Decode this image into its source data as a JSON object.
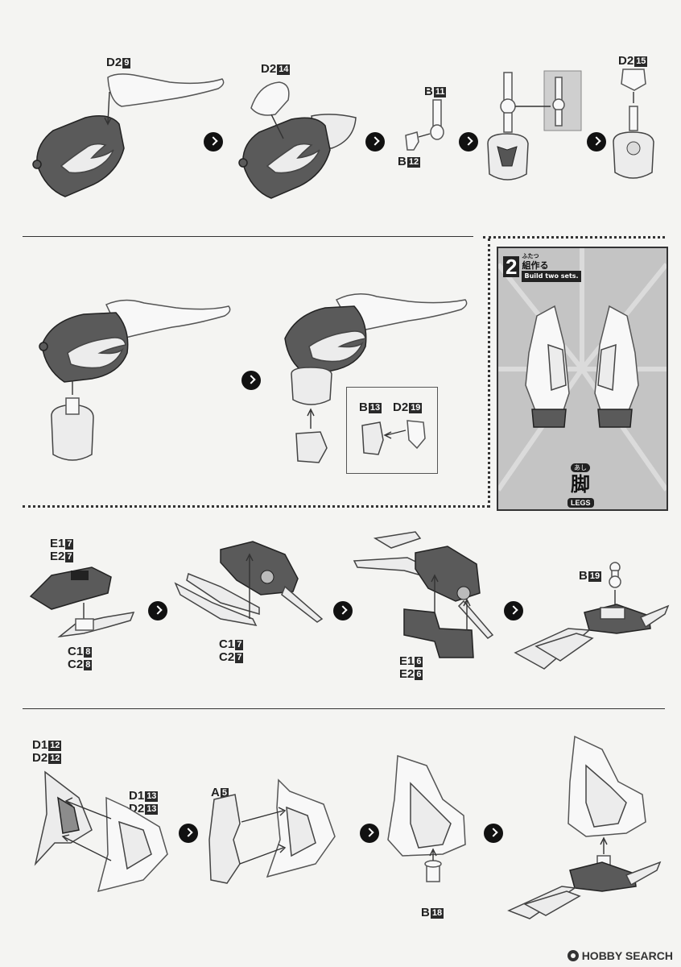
{
  "labels": {
    "s1_d2_9": {
      "code": "D2",
      "num": "9"
    },
    "s1_d2_14": {
      "code": "D2",
      "num": "14"
    },
    "s1_b_11": {
      "code": "B",
      "num": "11"
    },
    "s1_b_12": {
      "code": "B",
      "num": "12"
    },
    "s1_d2_15": {
      "code": "D2",
      "num": "15"
    },
    "s2_b_13": {
      "code": "B",
      "num": "13"
    },
    "s2_d2_19": {
      "code": "D2",
      "num": "19"
    },
    "s3_e1_7": {
      "code": "E1",
      "num": "7"
    },
    "s3_e2_7": {
      "code": "E2",
      "num": "7"
    },
    "s3_c1_8": {
      "code": "C1",
      "num": "8"
    },
    "s3_c2_8": {
      "code": "C2",
      "num": "8"
    },
    "s3_c1_7": {
      "code": "C1",
      "num": "7"
    },
    "s3_c2_7": {
      "code": "C2",
      "num": "7"
    },
    "s3_e1_6": {
      "code": "E1",
      "num": "6"
    },
    "s3_e2_6": {
      "code": "E2",
      "num": "6"
    },
    "s3_b_19": {
      "code": "B",
      "num": "19"
    },
    "s4_d1_12": {
      "code": "D1",
      "num": "12"
    },
    "s4_d2_12": {
      "code": "D2",
      "num": "12"
    },
    "s4_d1_13": {
      "code": "D1",
      "num": "13"
    },
    "s4_d2_13": {
      "code": "D2",
      "num": "13"
    },
    "s4_a_5": {
      "code": "A",
      "num": "5"
    },
    "s4_b_18": {
      "code": "B",
      "num": "18"
    }
  },
  "legs_panel": {
    "count": "2",
    "ruby": "ふたつ",
    "jp": "組作る",
    "en": "Build two sets.",
    "kanji_ruby": "あし",
    "kanji": "脚",
    "kanji_en": "LEGS"
  },
  "watermark": {
    "text": "HOBBY SEARCH"
  },
  "colors": {
    "background": "#f4f4f2",
    "dark_part": "#5a5a5a",
    "light_part": "#ececec",
    "panel_bg": "#c9c9c9"
  }
}
